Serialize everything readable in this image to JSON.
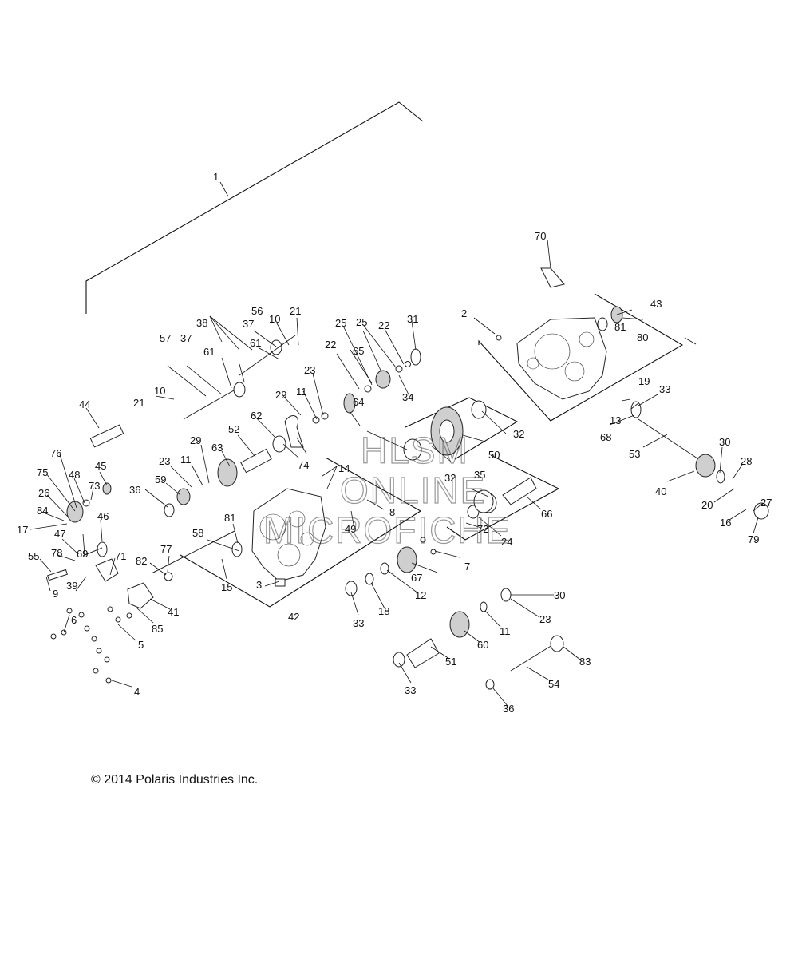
{
  "diagram": {
    "callouts": [
      "1",
      "2",
      "3",
      "4",
      "5",
      "6",
      "7",
      "8",
      "9",
      "10",
      "10",
      "11",
      "11",
      "11",
      "12",
      "13",
      "14",
      "15",
      "16",
      "17",
      "18",
      "19",
      "20",
      "21",
      "21",
      "22",
      "22",
      "23",
      "23",
      "23",
      "24",
      "25",
      "25",
      "26",
      "27",
      "28",
      "29",
      "29",
      "30",
      "30",
      "31",
      "32",
      "32",
      "33",
      "33",
      "33",
      "34",
      "35",
      "36",
      "36",
      "37",
      "37",
      "38",
      "39",
      "40",
      "41",
      "42",
      "43",
      "44",
      "45",
      "46",
      "47",
      "48",
      "49",
      "50",
      "51",
      "52",
      "53",
      "54",
      "55",
      "56",
      "57",
      "58",
      "59",
      "60",
      "61",
      "61",
      "62",
      "63",
      "64",
      "65",
      "66",
      "67",
      "68",
      "69",
      "70",
      "71",
      "72",
      "73",
      "74",
      "75",
      "76",
      "77",
      "78",
      "79",
      "80",
      "81",
      "81",
      "82",
      "83",
      "84",
      "85"
    ]
  },
  "watermark": {
    "lines": [
      "HLSM",
      "ONLINE",
      "MICROFICHE"
    ]
  },
  "footer": {
    "copyright": "© 2014 Polaris Industries Inc."
  }
}
